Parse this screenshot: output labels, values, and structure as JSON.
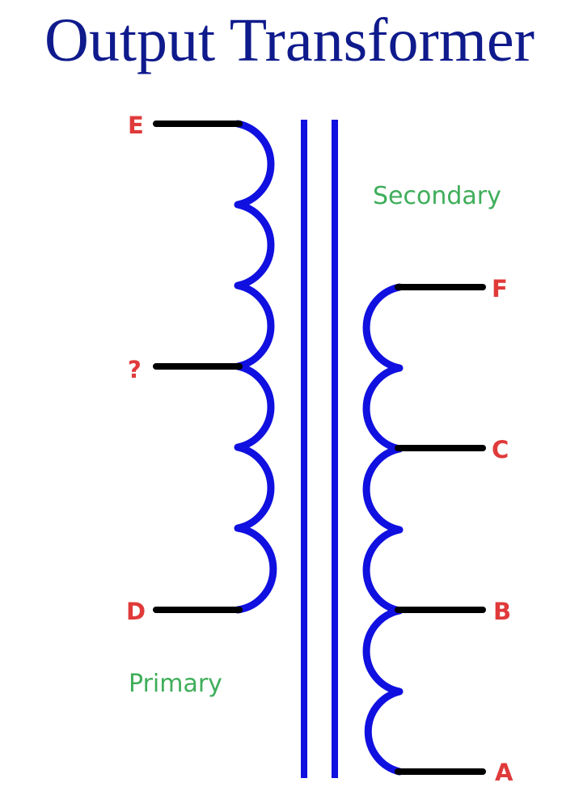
{
  "title": "Output Transformer",
  "colors": {
    "title": "#0f1a8c",
    "coil": "#1010e0",
    "lead": "#000000",
    "terminal_label": "#e03a3a",
    "winding_label": "#3fae5a"
  },
  "primary": {
    "label": "Primary",
    "terminals": {
      "top": "E",
      "tap": "?",
      "bottom": "D"
    },
    "loop_count": 6
  },
  "secondary": {
    "label": "Secondary",
    "terminals": {
      "top": "F",
      "tap_upper": "C",
      "tap_lower": "B",
      "bottom": "A"
    },
    "loop_count": 6
  },
  "core": {
    "bar_count": 2
  }
}
